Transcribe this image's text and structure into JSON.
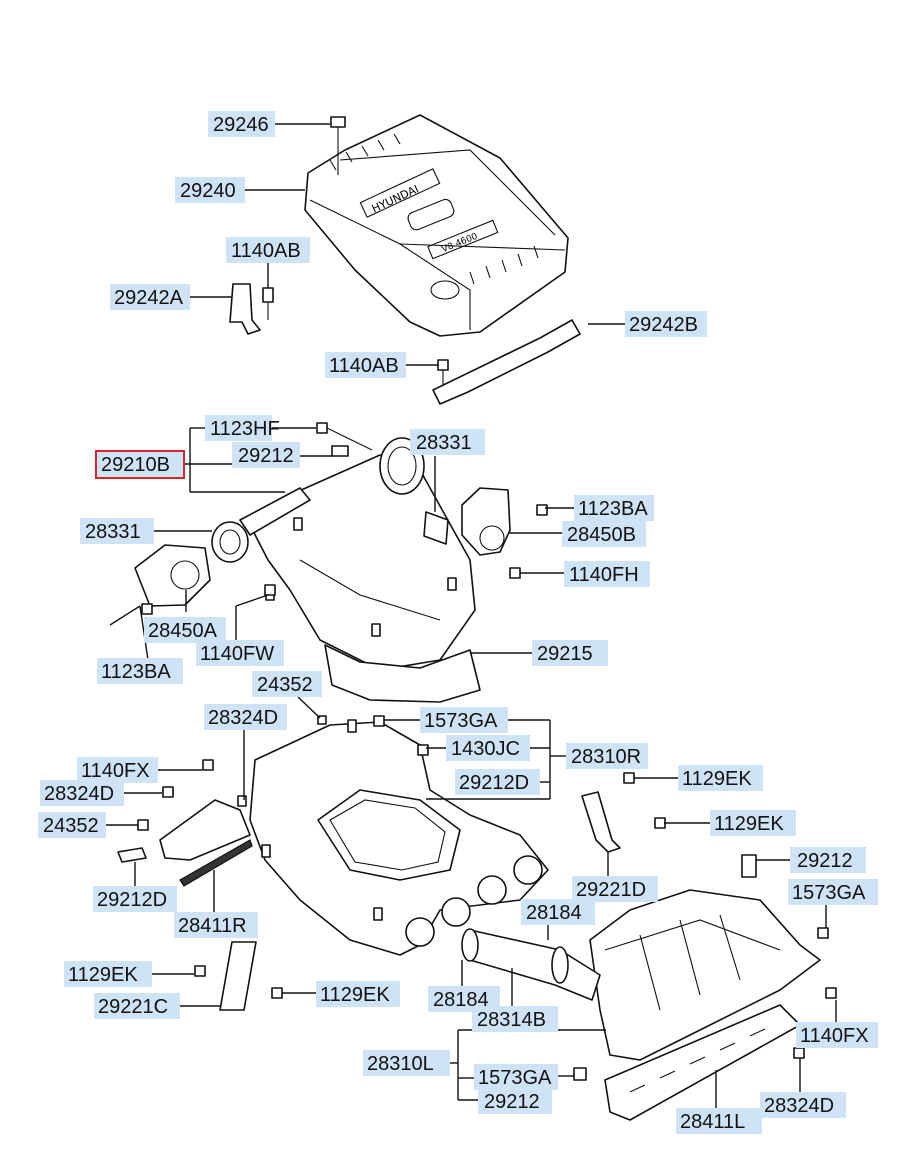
{
  "diagram": {
    "accent": "#d62828",
    "label_bg": "#cfe3f7",
    "cover_text": [
      "HYUNDAI",
      "V8 4600"
    ],
    "selected": "29210B",
    "callouts": [
      "29246",
      "29240",
      "1140AB",
      "29242A",
      "29242B",
      "1140AB",
      "1123HF",
      "29210B",
      "29212",
      "28331",
      "28331",
      "1123BA",
      "28450B",
      "1140FH",
      "28450A",
      "1140FW",
      "1123BA",
      "29215",
      "24352",
      "28324D",
      "1573GA",
      "1430JC",
      "28310R",
      "29212D",
      "1140FX",
      "28324D",
      "1129EK",
      "24352",
      "1129EK",
      "29212",
      "29221D",
      "1573GA",
      "29212D",
      "28411R",
      "28184",
      "1129EK",
      "1129EK",
      "29221C",
      "28184",
      "28314B",
      "1140FX",
      "28310L",
      "1573GA",
      "28324D",
      "29212",
      "28411L"
    ]
  }
}
